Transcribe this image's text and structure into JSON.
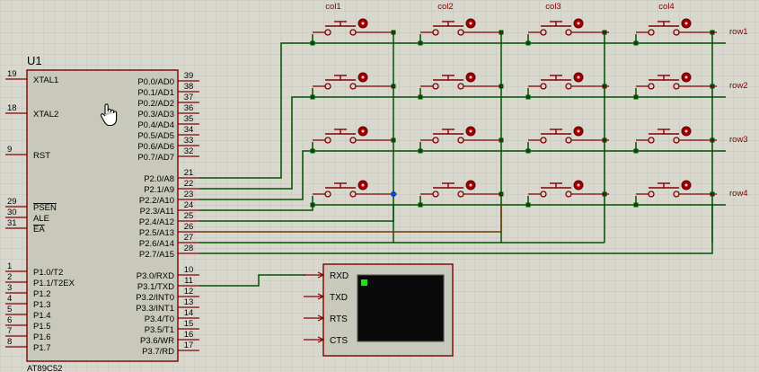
{
  "schematic": {
    "chip": {
      "ref": "U1",
      "part": "AT89C52",
      "left_pins": [
        {
          "num": "19",
          "name": "XTAL1"
        },
        {
          "num": "18",
          "name": "XTAL2"
        },
        {
          "num": "9",
          "name": "RST"
        },
        {
          "num": "29",
          "name": "PSEN"
        },
        {
          "num": "30",
          "name": "ALE"
        },
        {
          "num": "31",
          "name": "EA"
        },
        {
          "num": "1",
          "name": "P1.0/T2"
        },
        {
          "num": "2",
          "name": "P1.1/T2EX"
        },
        {
          "num": "3",
          "name": "P1.2"
        },
        {
          "num": "4",
          "name": "P1.3"
        },
        {
          "num": "5",
          "name": "P1.4"
        },
        {
          "num": "6",
          "name": "P1.5"
        },
        {
          "num": "7",
          "name": "P1.6"
        },
        {
          "num": "8",
          "name": "P1.7"
        }
      ],
      "right_pins": [
        {
          "num": "39",
          "name": "P0.0/AD0"
        },
        {
          "num": "38",
          "name": "P0.1/AD1"
        },
        {
          "num": "37",
          "name": "P0.2/AD2"
        },
        {
          "num": "36",
          "name": "P0.3/AD3"
        },
        {
          "num": "35",
          "name": "P0.4/AD4"
        },
        {
          "num": "34",
          "name": "P0.5/AD5"
        },
        {
          "num": "33",
          "name": "P0.6/AD6"
        },
        {
          "num": "32",
          "name": "P0.7/AD7"
        },
        {
          "num": "21",
          "name": "P2.0/A8"
        },
        {
          "num": "22",
          "name": "P2.1/A9"
        },
        {
          "num": "23",
          "name": "P2.2/A10"
        },
        {
          "num": "24",
          "name": "P2.3/A11"
        },
        {
          "num": "25",
          "name": "P2.4/A12"
        },
        {
          "num": "26",
          "name": "P2.5/A13"
        },
        {
          "num": "27",
          "name": "P2.6/A14"
        },
        {
          "num": "28",
          "name": "P2.7/A15"
        },
        {
          "num": "10",
          "name": "P3.0/RXD"
        },
        {
          "num": "11",
          "name": "P3.1/TXD"
        },
        {
          "num": "12",
          "name": "P3.2/INT0"
        },
        {
          "num": "13",
          "name": "P3.3/INT1"
        },
        {
          "num": "14",
          "name": "P3.4/T0"
        },
        {
          "num": "15",
          "name": "P3.5/T1"
        },
        {
          "num": "16",
          "name": "P3.6/WR"
        },
        {
          "num": "17",
          "name": "P3.7/RD"
        }
      ]
    },
    "columns": [
      "col1",
      "col2",
      "col3",
      "col4"
    ],
    "rows": [
      "row1",
      "row2",
      "row3",
      "row4"
    ],
    "terminal": {
      "pins": [
        "RXD",
        "TXD",
        "RTS",
        "CTS"
      ]
    },
    "colors": {
      "background": "#d8d8cf",
      "wire": "#005000",
      "component": "#800000",
      "chip_fill": "#c8c8bb",
      "active_wire": "#6b3a00",
      "terminal_screen": "#0a0a0a",
      "terminal_cursor": "#22dd22"
    },
    "cursor_icon": "hand-pointer-icon"
  }
}
